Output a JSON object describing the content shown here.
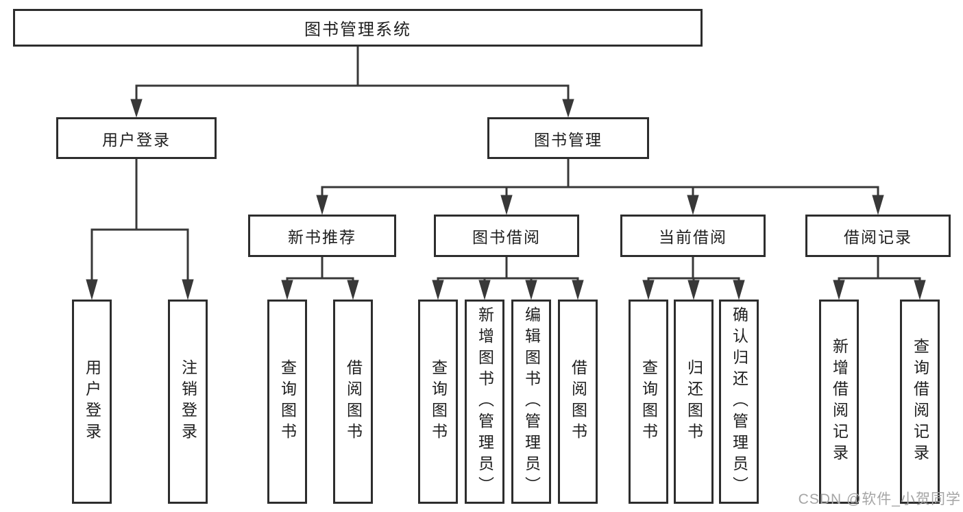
{
  "diagram": {
    "root": "图书管理系统",
    "user_branch": {
      "label": "用户登录",
      "leaves": [
        "用户登录",
        "注销登录"
      ]
    },
    "mgmt_branch": {
      "label": "图书管理",
      "children": [
        {
          "label": "新书推荐",
          "leaves": [
            "查询图书",
            "借阅图书"
          ]
        },
        {
          "label": "图书借阅",
          "leaves": [
            "查询图书",
            "新增图书（管理员）",
            "编辑图书（管理员）",
            "借阅图书"
          ]
        },
        {
          "label": "当前借阅",
          "leaves": [
            "查询图书",
            "归还图书",
            "确认归还（管理员）"
          ]
        },
        {
          "label": "借阅记录",
          "leaves": [
            "新增借阅记录",
            "查询借阅记录"
          ]
        }
      ]
    }
  },
  "watermark": "CSDN @软件_小贺同学",
  "colors": {
    "line": "#383838",
    "border": "#2d2d2d",
    "text": "#1e1e1e",
    "watermark": "#a5a5a5",
    "background": "#ffffff"
  }
}
